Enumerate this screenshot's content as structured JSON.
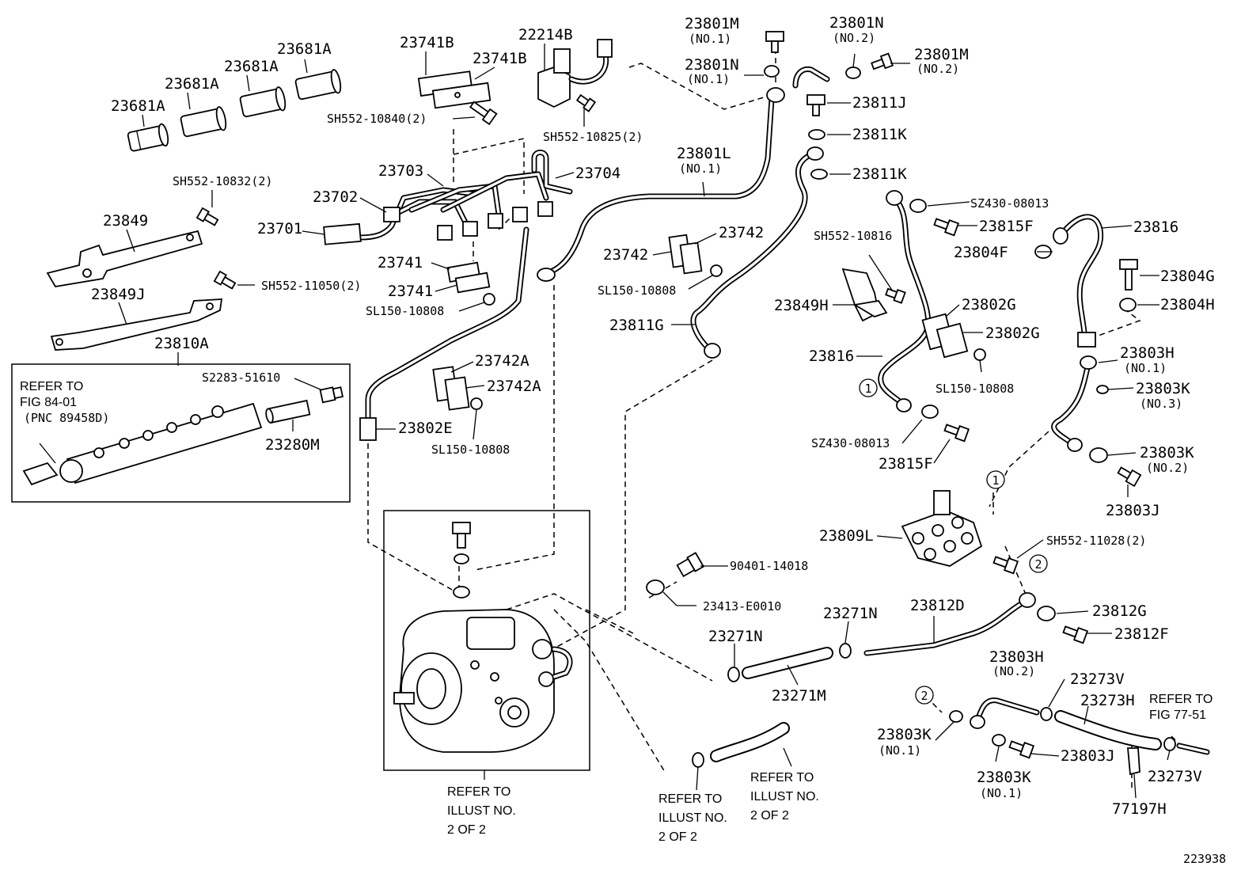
{
  "labels": {
    "p23681A_1": "23681A",
    "p23681A_2": "23681A",
    "p23681A_3": "23681A",
    "p23681A_4": "23681A",
    "p23741B_1": "23741B",
    "p23741B_2": "23741B",
    "sh552_10840": "SH552-10840(2)",
    "p22214B": "22214B",
    "sh552_10825": "SH552-10825(2)",
    "sh552_10832": "SH552-10832(2)",
    "p23849": "23849",
    "sh552_11050": "SH552-11050(2)",
    "p23849J": "23849J",
    "p23810A": "23810A",
    "refer_84_01_a": "REFER TO",
    "refer_84_01_b": "FIG 84-01",
    "refer_84_01_c": "(PNC 89458D)",
    "s2283_51610": "S2283-51610",
    "p23280M": "23280M",
    "p23703": "23703",
    "p23704": "23704",
    "p23702": "23702",
    "p23701": "23701",
    "p23741_1": "23741",
    "p23741_2": "23741",
    "sl150_a": "SL150-10808",
    "p23742A_1": "23742A",
    "p23742A_2": "23742A",
    "sl150_b": "SL150-10808",
    "p23802E": "23802E",
    "p23801M_1": "23801M",
    "no1_a": "(NO.1)",
    "p23801N_1": "23801N",
    "no1_b": "(NO.1)",
    "p23801N_2": "23801N",
    "no2_a": "(NO.2)",
    "p23801M_2": "23801M",
    "no2_b": "(NO.2)",
    "p23811J": "23811J",
    "p23811K_1": "23811K",
    "p23811K_2": "23811K",
    "p23801L": "23801L",
    "no1_c": "(NO.1)",
    "p23742_1": "23742",
    "p23742_2": "23742",
    "sl150_c": "SL150-10808",
    "p23811G": "23811G",
    "sz430_1": "SZ430-08013",
    "p23815F_1": "23815F",
    "sh552_10816": "SH552-10816",
    "p23804F": "23804F",
    "p23816_1": "23816",
    "p23804G": "23804G",
    "p23804H": "23804H",
    "p23849H": "23849H",
    "p23802G_1": "23802G",
    "p23802G_2": "23802G",
    "sl150_d": "SL150-10808",
    "p23816_2": "23816",
    "p23803H_1": "23803H",
    "no1_d": "(NO.1)",
    "p23803K_1": "23803K",
    "no3": "(NO.3)",
    "sz430_2": "SZ430-08013",
    "p23815F_2": "23815F",
    "p23803K_2": "23803K",
    "no2_c": "(NO.2)",
    "p23803J_1": "23803J",
    "p23809L": "23809L",
    "sh552_11028": "SH552-11028(2)",
    "p90401": "90401-14018",
    "p23413": "23413-E0010",
    "p23271N_1": "23271N",
    "p23271N_2": "23271N",
    "p23812D": "23812D",
    "p23812G": "23812G",
    "p23812F": "23812F",
    "p23271M": "23271M",
    "p23803H_2": "23803H",
    "no2_d": "(NO.2)",
    "p23273V_1": "23273V",
    "p23273H": "23273H",
    "refer_77_a": "REFER TO",
    "refer_77_b": "FIG 77-51",
    "p23803K_3": "23803K",
    "no1_e": "(NO.1)",
    "p23803J_2": "23803J",
    "p23803K_4": "23803K",
    "no1_f": "(NO.1)",
    "p23273V_2": "23273V",
    "p77197H": "77197H",
    "refer_il_1a": "REFER TO",
    "refer_il_1b": "ILLUST NO.",
    "refer_il_1c": "2 OF 2",
    "refer_il_2a": "REFER TO",
    "refer_il_2b": "ILLUST NO.",
    "refer_il_2c": "2 OF 2",
    "refer_il_3a": "REFER TO",
    "refer_il_3b": "ILLUST NO.",
    "refer_il_3c": "2 OF 2",
    "circle1_a": "1",
    "circle1_b": "1",
    "circle2_a": "2",
    "circle2_b": "2",
    "fig_number": "223938"
  }
}
